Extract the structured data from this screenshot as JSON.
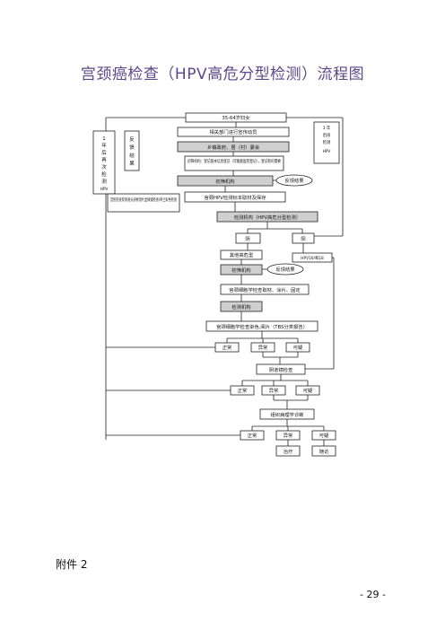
{
  "title": "宫颈癌检查（HPV高危分型检测）流程图",
  "attachment": "附件 2",
  "page_number": "- 29 -",
  "flow": {
    "n_start": "35-64岁妇女",
    "n_mobilize": "相关部门进行宣传动员",
    "n_town": "乡镇政府、居（村）委会",
    "n_register": "初筛机构：登记基本信息登记（可能能医院登记），登记新的需要",
    "n_screen_org": "初筛机构",
    "n_feedback1": "反馈结果",
    "n_sample": "宫颈HPV检测标本取材及保存",
    "n_colpo_note": "宫腔检查及阴道分泌物湿片显微镜检查/革兰染色检查",
    "n_test_org": "检测机构（HPV高危分型检测）",
    "n_negative": "阴",
    "n_positive": "阳",
    "n_other_types": "其他高危型",
    "n_hpv1618": "HPV16/和18",
    "n_screen_org2": "初筛机构",
    "n_feedback2": "反馈结果",
    "n_cyto_sample": "宫颈细胞学检查取材、涂片、固定",
    "n_test_org2": "检测机构",
    "n_cyto_report": "宫颈细胞学检查染色,阅片（TBS分类报告）",
    "r1_normal": "正常",
    "r1_abnormal": "异常",
    "r1_suspicious": "可疑",
    "n_colposcopy": "阴道镜检查",
    "r2_normal": "正常",
    "r2_abnormal": "异常",
    "r2_suspicious": "可疑",
    "n_histology": "组织病理学诊断",
    "r3_normal": "正常",
    "r3_abnormal": "异常",
    "r3_suspicious": "可疑",
    "n_treatment": "治疗",
    "n_followup": "随访",
    "side_1yr": [
      "1",
      "年",
      "后",
      "再",
      "次",
      "检",
      "测",
      "HPV"
    ],
    "side_feedback": [
      "反",
      "馈",
      "结",
      "果"
    ],
    "side_3yr": [
      "3",
      "年",
      "后",
      "再",
      "检",
      "测",
      "HPV"
    ]
  }
}
